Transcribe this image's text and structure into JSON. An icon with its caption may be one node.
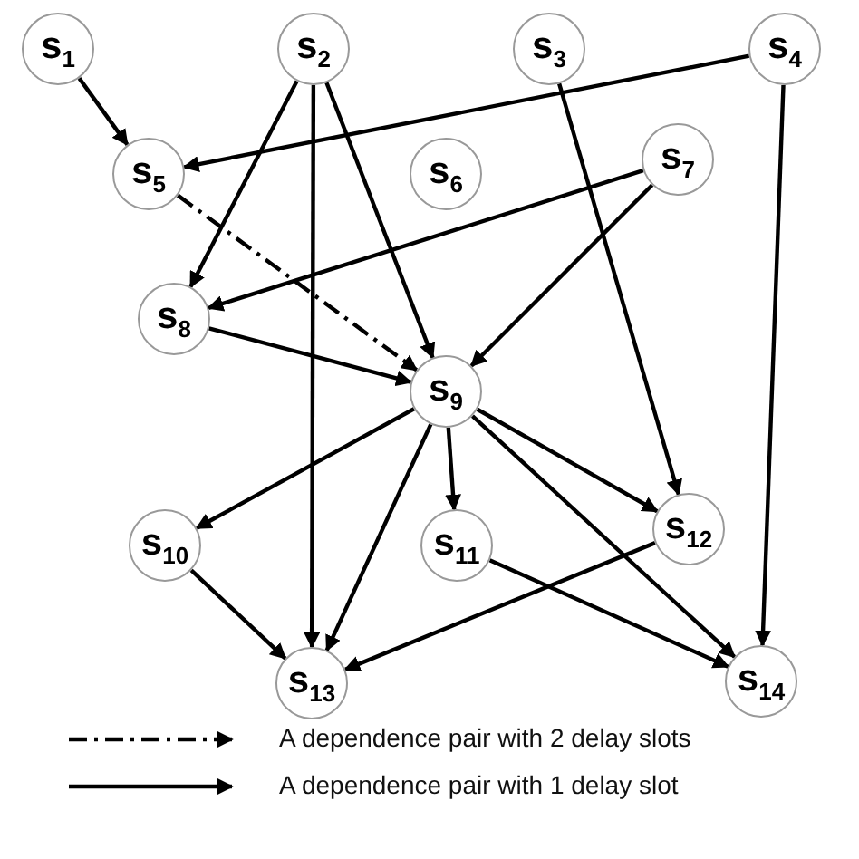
{
  "diagram": {
    "nodes": [
      {
        "text": [
          "s$_{1}$"
        ]
      },
      {
        "text": [
          "s$_{2}$"
        ]
      },
      {
        "text": [
          "s$_{3}$"
        ]
      },
      {
        "text": [
          "s$_{4}$"
        ]
      },
      {
        "text": [
          "s$_{5}$"
        ]
      },
      {
        "text": [
          "s$_{6}$"
        ]
      },
      {
        "text": [
          "s$_{7}$"
        ]
      },
      {
        "text": [
          "s$_{8}$"
        ]
      },
      {
        "text": [
          "s$_{9}$"
        ]
      },
      {
        "text": [
          "s$_{10}$"
        ]
      },
      {
        "text": [
          "s$_{11}$"
        ]
      },
      {
        "text": [
          "s$_{12}$"
        ]
      },
      {
        "text": [
          "s$_{13}$"
        ]
      },
      {
        "text": [
          "s$_{14}$"
        ]
      }
    ],
    "edges": [
      {
        "from": 0,
        "to": 4,
        "arrow": "to"
      },
      {
        "from": 3,
        "to": 4,
        "arrow": "to"
      },
      {
        "from": 1,
        "to": 7,
        "arrow": "to"
      },
      {
        "from": 1,
        "to": 12,
        "arrow": "to"
      },
      {
        "from": 1,
        "to": 8,
        "arrow": "to"
      },
      {
        "from": 6,
        "to": 7,
        "arrow": "to"
      },
      {
        "from": 6,
        "to": 8,
        "arrow": "to"
      },
      {
        "from": 4,
        "to": 8,
        "arrow": "to",
        "style": "dashed"
      },
      {
        "from": 7,
        "to": 8,
        "arrow": "to"
      },
      {
        "from": 2,
        "to": 11,
        "arrow": "to"
      },
      {
        "from": 3,
        "to": 13,
        "arrow": "to"
      },
      {
        "from": 8,
        "to": 9,
        "arrow": "to"
      },
      {
        "from": 8,
        "to": 12,
        "arrow": "to"
      },
      {
        "from": 8,
        "to": 10,
        "arrow": "to"
      },
      {
        "from": 8,
        "to": 11,
        "arrow": "to"
      },
      {
        "from": 8,
        "to": 13,
        "arrow": "to"
      },
      {
        "from": 9,
        "to": 12,
        "arrow": "to"
      },
      {
        "from": 11,
        "to": 12,
        "arrow": "to"
      },
      {
        "from": 10,
        "to": 13,
        "arrow": "to"
      }
    ],
    "legend": [
      {
        "text": "A dependence pair with 2 delay slots"
      },
      {
        "text": "A dependence pair with 1 delay slot"
      }
    ]
  }
}
